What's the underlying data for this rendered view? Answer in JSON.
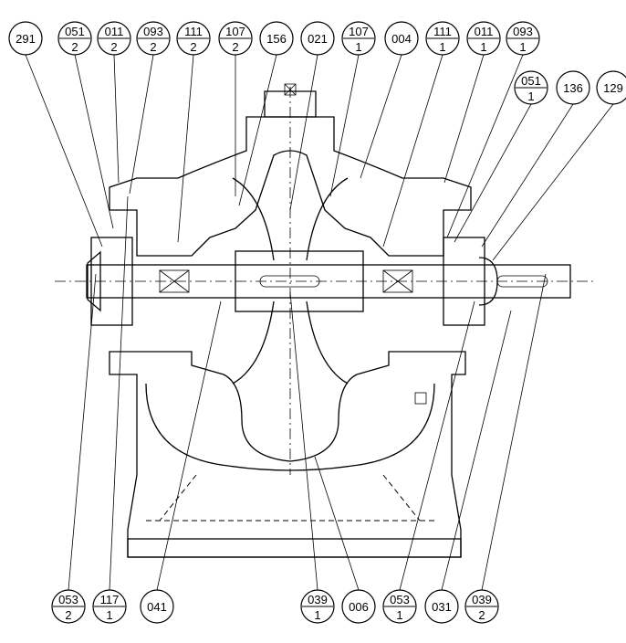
{
  "title": "Pump sectional drawing part callouts",
  "callouts_top": [
    {
      "top": "291",
      "bottom": null
    },
    {
      "top": "051",
      "bottom": "2"
    },
    {
      "top": "011",
      "bottom": "2"
    },
    {
      "top": "093",
      "bottom": "2"
    },
    {
      "top": "111",
      "bottom": "2"
    },
    {
      "top": "107",
      "bottom": "2"
    },
    {
      "top": "156",
      "bottom": null
    },
    {
      "top": "021",
      "bottom": null
    },
    {
      "top": "107",
      "bottom": "1"
    },
    {
      "top": "004",
      "bottom": null
    },
    {
      "top": "111",
      "bottom": "1"
    },
    {
      "top": "011",
      "bottom": "1"
    },
    {
      "top": "093",
      "bottom": "1"
    }
  ],
  "callouts_right": [
    {
      "top": "051",
      "bottom": "1"
    },
    {
      "top": "136",
      "bottom": null
    },
    {
      "top": "129",
      "bottom": null
    }
  ],
  "callouts_bottom": [
    {
      "top": "053",
      "bottom": "2"
    },
    {
      "top": "117",
      "bottom": "1"
    },
    {
      "top": "041",
      "bottom": null
    },
    {
      "top": "039",
      "bottom": "1"
    },
    {
      "top": "006",
      "bottom": null
    },
    {
      "top": "053",
      "bottom": "1"
    },
    {
      "top": "031",
      "bottom": null
    },
    {
      "top": "039",
      "bottom": "2"
    }
  ]
}
